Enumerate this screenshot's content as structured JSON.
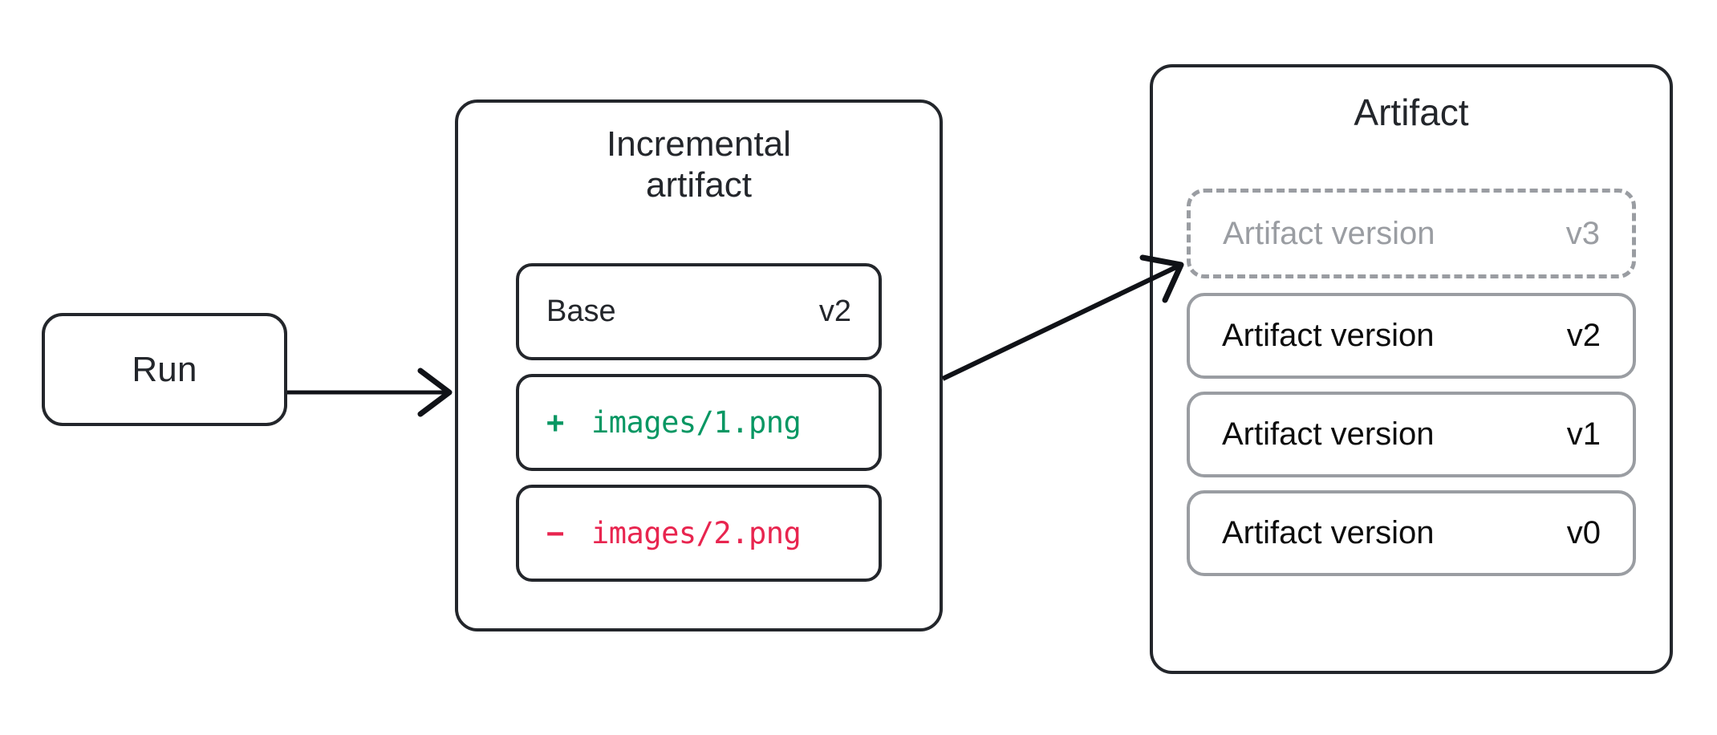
{
  "diagram": {
    "title": "Incremental artifact to artifact version flow",
    "background": "#ffffff",
    "colors": {
      "ink": "#23262b",
      "muted": "#9a9da2",
      "added": "#089763",
      "removed": "#e8254f"
    }
  },
  "run": {
    "label": "Run"
  },
  "incremental": {
    "title": "Incremental\nartifact",
    "rows": [
      {
        "kind": "base",
        "label": "Base",
        "value": "v2"
      },
      {
        "kind": "added",
        "sign": "+",
        "path": "images/1.png"
      },
      {
        "kind": "removed",
        "sign": "−",
        "path": "images/2.png"
      }
    ]
  },
  "artifact": {
    "title": "Artifact",
    "versions": [
      {
        "label": "Artifact version",
        "value": "v3",
        "state": "pending"
      },
      {
        "label": "Artifact version",
        "value": "v2",
        "state": "committed"
      },
      {
        "label": "Artifact version",
        "value": "v1",
        "state": "committed"
      },
      {
        "label": "Artifact version",
        "value": "v0",
        "state": "committed"
      }
    ]
  },
  "arrows": [
    {
      "name": "run-to-incremental",
      "from": "run",
      "to": "incremental"
    },
    {
      "name": "incremental-to-artifact-version",
      "from": "incremental",
      "to": "artifact-version-v3"
    }
  ]
}
